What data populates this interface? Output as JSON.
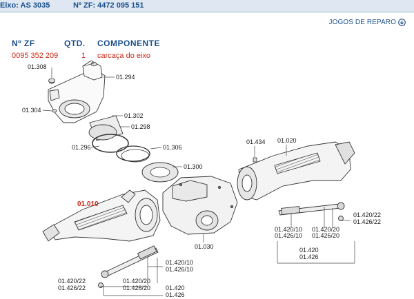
{
  "header": {
    "axle_label": "Eixo: AS 3035",
    "zf_label": "Nº ZF: 4472 095 151"
  },
  "repair_kits": {
    "label": "JOGOS DE REPARO",
    "icon": "download-circle-icon"
  },
  "parts_table": {
    "columns": [
      "Nº ZF",
      "QTD.",
      "COMPONENTE"
    ],
    "rows": [
      {
        "zf_number": "0095 352 209",
        "qty": "1",
        "component": "carcaça do eixo"
      }
    ]
  },
  "callouts": {
    "c01308": "01.308",
    "c01294": "01.294",
    "c01304": "01.304",
    "c01302": "01.302",
    "c01298": "01.298",
    "c01296": "01.296",
    "c01306": "01.306",
    "c01300": "01.300",
    "c01434": "01.434",
    "c01020": "01.020",
    "c01010": "01.010",
    "c01030": "01.030",
    "c01420_10_a": "01.420/10",
    "c01426_10_a": "01.426/10",
    "c01420_20_a": "01.420/20",
    "c01426_20_a": "01.426/20",
    "c01420_22_a": "01.420/22",
    "c01426_22_a": "01.426/22",
    "c01420_a": "01.420",
    "c01426_a": "01.426",
    "c01420_10_b": "01.420/10",
    "c01426_10_b": "01.426/10",
    "c01420_20_b": "01.420/20",
    "c01426_20_b": "01.426/20",
    "c01420_22_b": "01.420/22",
    "c01426_22_b": "01.426/22",
    "c01420_b": "01.420",
    "c01426_b": "01.426"
  },
  "colors": {
    "brand_blue": "#1a4f8b",
    "highlight_red": "#cc2a18",
    "header_bg": "#dfe8f2"
  }
}
